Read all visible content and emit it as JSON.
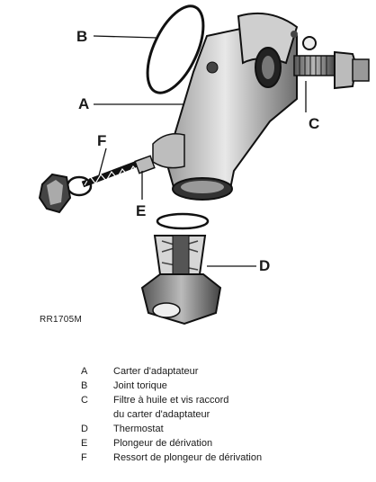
{
  "figure": {
    "reference_code": "RR1705M",
    "callouts": [
      {
        "id": "A"
      },
      {
        "id": "B"
      },
      {
        "id": "C"
      },
      {
        "id": "D"
      },
      {
        "id": "E"
      },
      {
        "id": "F"
      }
    ]
  },
  "legend": {
    "items": [
      {
        "key": "A",
        "text": "Carter d'adaptateur"
      },
      {
        "key": "B",
        "text": "Joint torique"
      },
      {
        "key": "C",
        "text": "Filtre à huile et vis raccord\ndu carter d'adaptateur"
      },
      {
        "key": "D",
        "text": "Thermostat"
      },
      {
        "key": "E",
        "text": "Plongeur de dérivation"
      },
      {
        "key": "F",
        "text": "Ressort de plongeur de dérivation"
      }
    ]
  }
}
